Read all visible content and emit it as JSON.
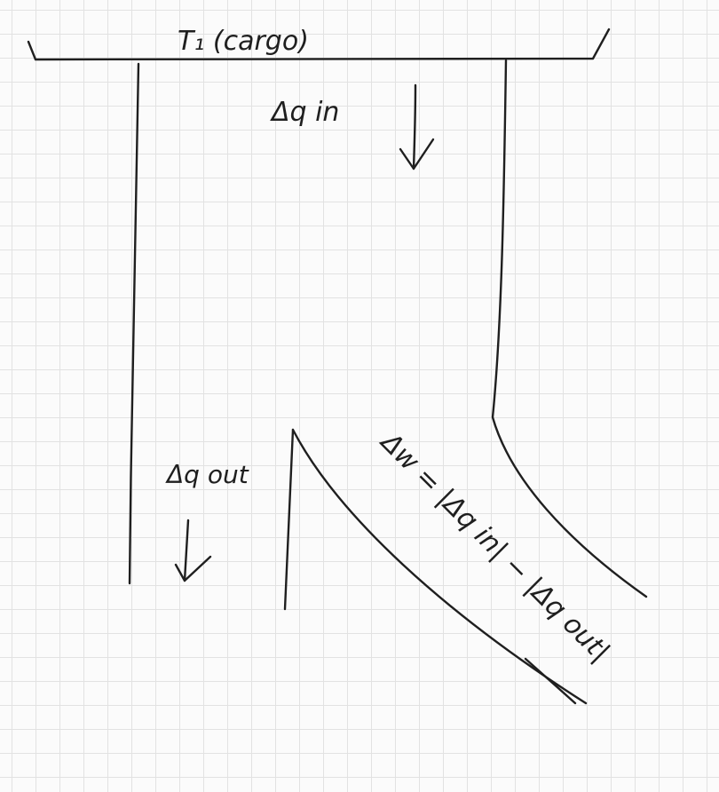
{
  "diagram": {
    "reservoir_label": "T₁ (cargo)",
    "heat_in_label": "Δq in",
    "heat_out_label": "Δq out",
    "work_label": "Δw = |Δq in| − |Δq out|"
  }
}
